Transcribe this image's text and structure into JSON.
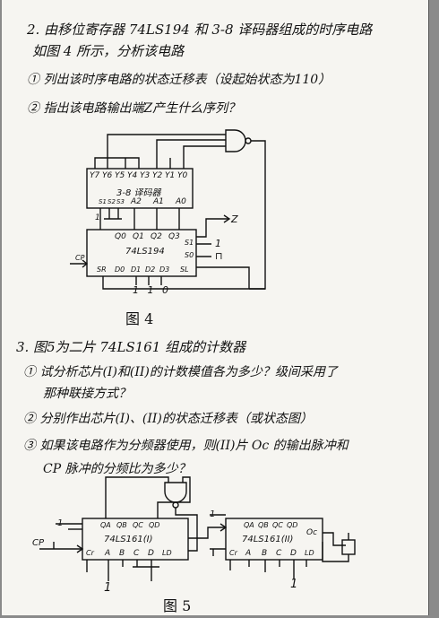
{
  "problem2": {
    "line1": "2. 由移位寄存器 74LS194 和 3-8 译码器组成的时序电路",
    "line2": "如图 4 所示，分析该电路",
    "item1": "① 列出该时序电路的状态迁移表（设起始状态为110）",
    "item2": "② 指出该电路输出端Z产生什么序列？"
  },
  "fig4": {
    "decoder_outputs": [
      "Y7",
      "Y6",
      "Y5",
      "Y4",
      "Y3",
      "Y2",
      "Y1",
      "Y0"
    ],
    "decoder_name": "3-8 译码器",
    "decoder_inputs": [
      "S1",
      "S2",
      "S3",
      "A2",
      "A1",
      "A0"
    ],
    "out_z": "Z",
    "one": "1",
    "reg_outputs": [
      "Q0",
      "Q1",
      "Q2",
      "Q3"
    ],
    "reg_name": "74LS194",
    "reg_inputs": [
      "CP",
      "SR",
      "D0",
      "D1",
      "D2",
      "D3",
      "SL"
    ],
    "s1": "S1",
    "s1_val": "1",
    "s0": "S0",
    "s0_val": "⊓",
    "data_bits": "1 1 0",
    "caption": "图 4"
  },
  "problem3": {
    "line1": "3. 图5为二片 74LS161 组成的计数器",
    "item1a": "① 试分析芯片(I)和(II)的计数模值各为多少？级间采用了",
    "item1b": "那种联接方式？",
    "item2": "② 分别作出芯片(I)、(II)的状态迁移表（或状态图）",
    "item3a": "③ 如果该电路作为分频器使用，则(II)片 Oc 的输出脉冲和",
    "item3b": "CP 脉冲的分频比为多少？"
  },
  "fig5": {
    "chip1_name": "74LS161(I)",
    "chip2_name": "74LS161(II)",
    "q_labels": [
      "QA",
      "QB",
      "QC",
      "QD"
    ],
    "bottom_labels": [
      "Cr",
      "A",
      "B",
      "C",
      "D",
      "LD"
    ],
    "oc": "Oc",
    "cp": "CP",
    "one": "1",
    "caption": "图 5"
  }
}
